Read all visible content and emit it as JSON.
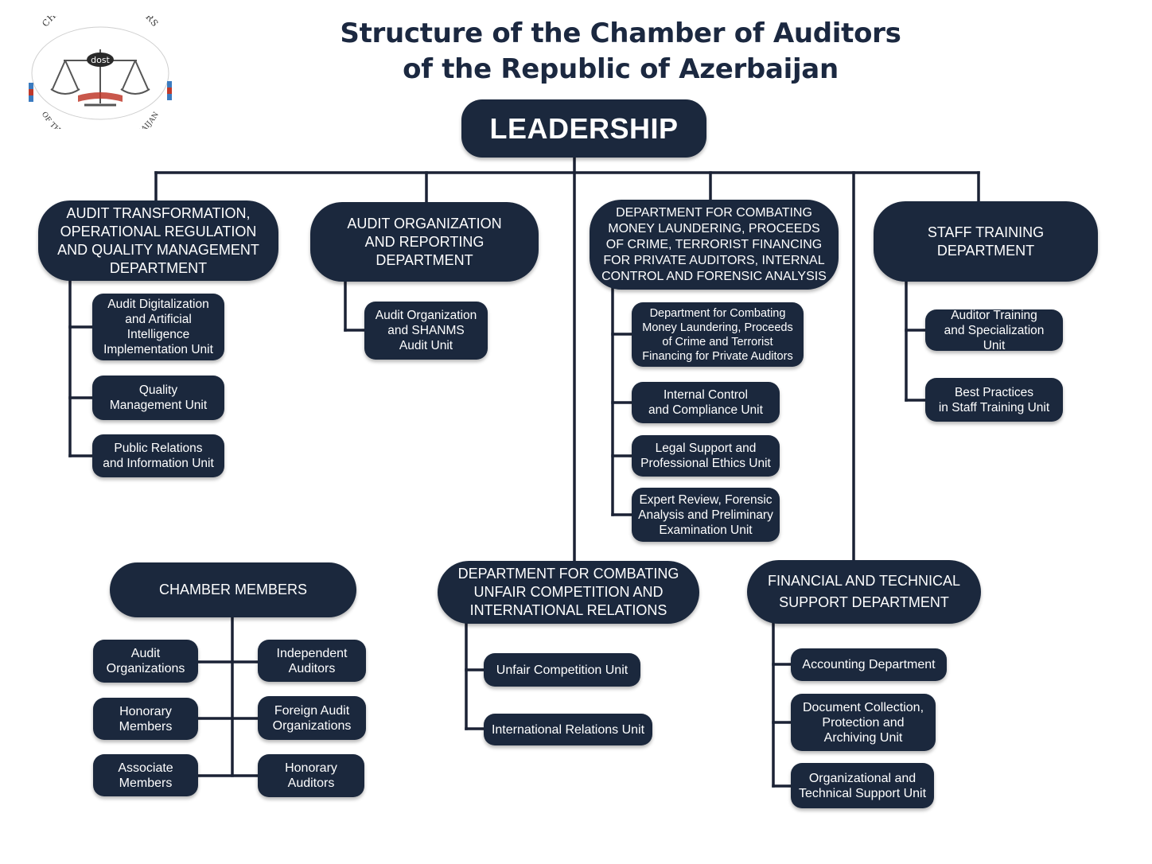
{
  "title": {
    "line1": "Structure of the Chamber of Auditors",
    "line2": "of the Republic of Azerbaijan"
  },
  "logo": {
    "top_text": "CHAMBER OF AUDITORS",
    "bottom_text": "OF THE REPUBLIC OF AZERBAIJAN",
    "badge": "dost"
  },
  "leadership": "LEADERSHIP",
  "departments": {
    "audit_transformation": {
      "label": "AUDIT TRANSFORMATION,\nOPERATIONAL REGULATION\nAND QUALITY MANAGEMENT\nDEPARTMENT",
      "units": [
        "Audit Digitalization\nand Artificial\nIntelligence\nImplementation Unit",
        "Quality\nManagement Unit",
        "Public Relations\nand Information Unit"
      ]
    },
    "audit_organization": {
      "label": "AUDIT ORGANIZATION\nAND REPORTING\nDEPARTMENT",
      "units": [
        "Audit Organization\nand SHANMS\nAudit Unit"
      ]
    },
    "money_laundering": {
      "label": "DEPARTMENT FOR COMBATING\nMONEY LAUNDERING, PROCEEDS\nOF CRIME, TERRORIST FINANCING\nFOR PRIVATE AUDITORS, INTERNAL\nCONTROL AND FORENSIC ANALYSIS",
      "units": [
        "Department for Combating\nMoney Laundering, Proceeds\nof Crime and Terrorist\nFinancing for Private Auditors",
        "Internal Control\nand Compliance Unit",
        "Legal Support and\nProfessional Ethics Unit",
        "Expert Review, Forensic\nAnalysis and Preliminary\nExamination Unit"
      ]
    },
    "staff_training": {
      "label": "STAFF TRAINING\nDEPARTMENT",
      "units": [
        "Auditor Training\nand Specialization Unit",
        "Best Practices\nin Staff Training Unit"
      ]
    },
    "chamber_members": {
      "label": "CHAMBER MEMBERS",
      "left": [
        "Audit\nOrganizations",
        "Honorary\nMembers",
        "Associate\nMembers"
      ],
      "right": [
        "Independent\nAuditors",
        "Foreign Audit\nOrganizations",
        "Honorary\nAuditors"
      ]
    },
    "unfair_competition": {
      "label": "DEPARTMENT FOR COMBATING\nUNFAIR COMPETITION AND\nINTERNATIONAL RELATIONS",
      "units": [
        "Unfair Competition Unit",
        "International Relations Unit"
      ]
    },
    "financial_technical": {
      "label": "FINANCIAL AND TECHNICAL\nSUPPORT DEPARTMENT",
      "units": [
        "Accounting Department",
        "Document Collection,\nProtection and\nArchiving Unit",
        "Organizational and\nTechnical Support Unit"
      ]
    }
  },
  "colors": {
    "node_fill": "#1b283d",
    "node_text": "#ffffff",
    "line": "#1b2235",
    "title": "#1b2840"
  }
}
